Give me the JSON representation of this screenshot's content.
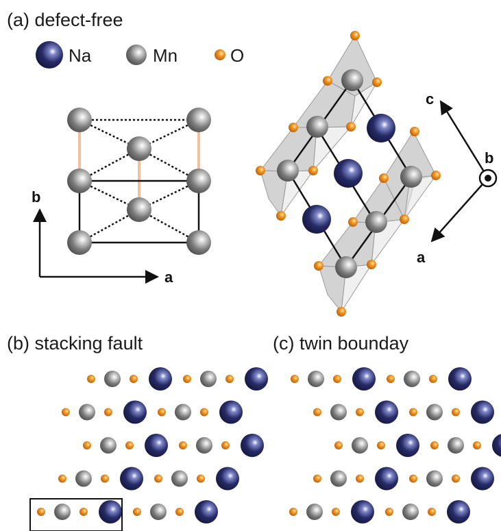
{
  "panels": {
    "a": {
      "title": "(a) defect-free"
    },
    "b": {
      "title": "(b) stacking fault"
    },
    "c": {
      "title": "(c) twin bounday"
    }
  },
  "legend": [
    {
      "element": "Na",
      "label": "Na"
    },
    {
      "element": "Mn",
      "label": "Mn"
    },
    {
      "element": "O",
      "label": "O"
    }
  ],
  "axes": {
    "left": {
      "x_label": "a",
      "y_label": "b"
    },
    "right": {
      "up_label": "c",
      "down_label": "a",
      "out_of_plane_label": "b"
    }
  },
  "colors": {
    "Na": "#1e2150",
    "Mn": "#7a7a7a",
    "O": "#e07b10",
    "bond": "#111111",
    "highlight_bond": "#f2c09e",
    "octahedron": "#b8b8b8"
  },
  "layers": {
    "stacking_fault": [
      [
        "O",
        "Mn",
        "O",
        "Na",
        "O",
        "Mn",
        "O",
        "Na"
      ],
      [
        "O",
        "Mn",
        "O",
        "Na",
        "O",
        "Mn",
        "O",
        "Na"
      ],
      [
        "O",
        "Mn",
        "O",
        "Na",
        "O",
        "Mn",
        "O",
        "Na"
      ],
      [
        "O",
        "Mn",
        "O",
        "Na",
        "O",
        "Mn",
        "O",
        "Na"
      ],
      [
        "O",
        "Mn",
        "O",
        "Na",
        "O",
        "Mn",
        "O",
        "Na"
      ]
    ],
    "twin_boundary": [
      [
        "O",
        "Mn",
        "O",
        "Na",
        "O",
        "Mn",
        "O",
        "Na"
      ],
      [
        "O",
        "Mn",
        "O",
        "Na",
        "O",
        "Mn",
        "O",
        "Na"
      ],
      [
        "O",
        "Mn",
        "O",
        "Na",
        "O",
        "Mn",
        "O",
        "Na"
      ],
      [
        "O",
        "Mn",
        "O",
        "Na",
        "O",
        "Mn",
        "O",
        "Na"
      ],
      [
        "O",
        "Mn",
        "O",
        "Na",
        "O",
        "Mn",
        "O",
        "Na"
      ]
    ]
  }
}
